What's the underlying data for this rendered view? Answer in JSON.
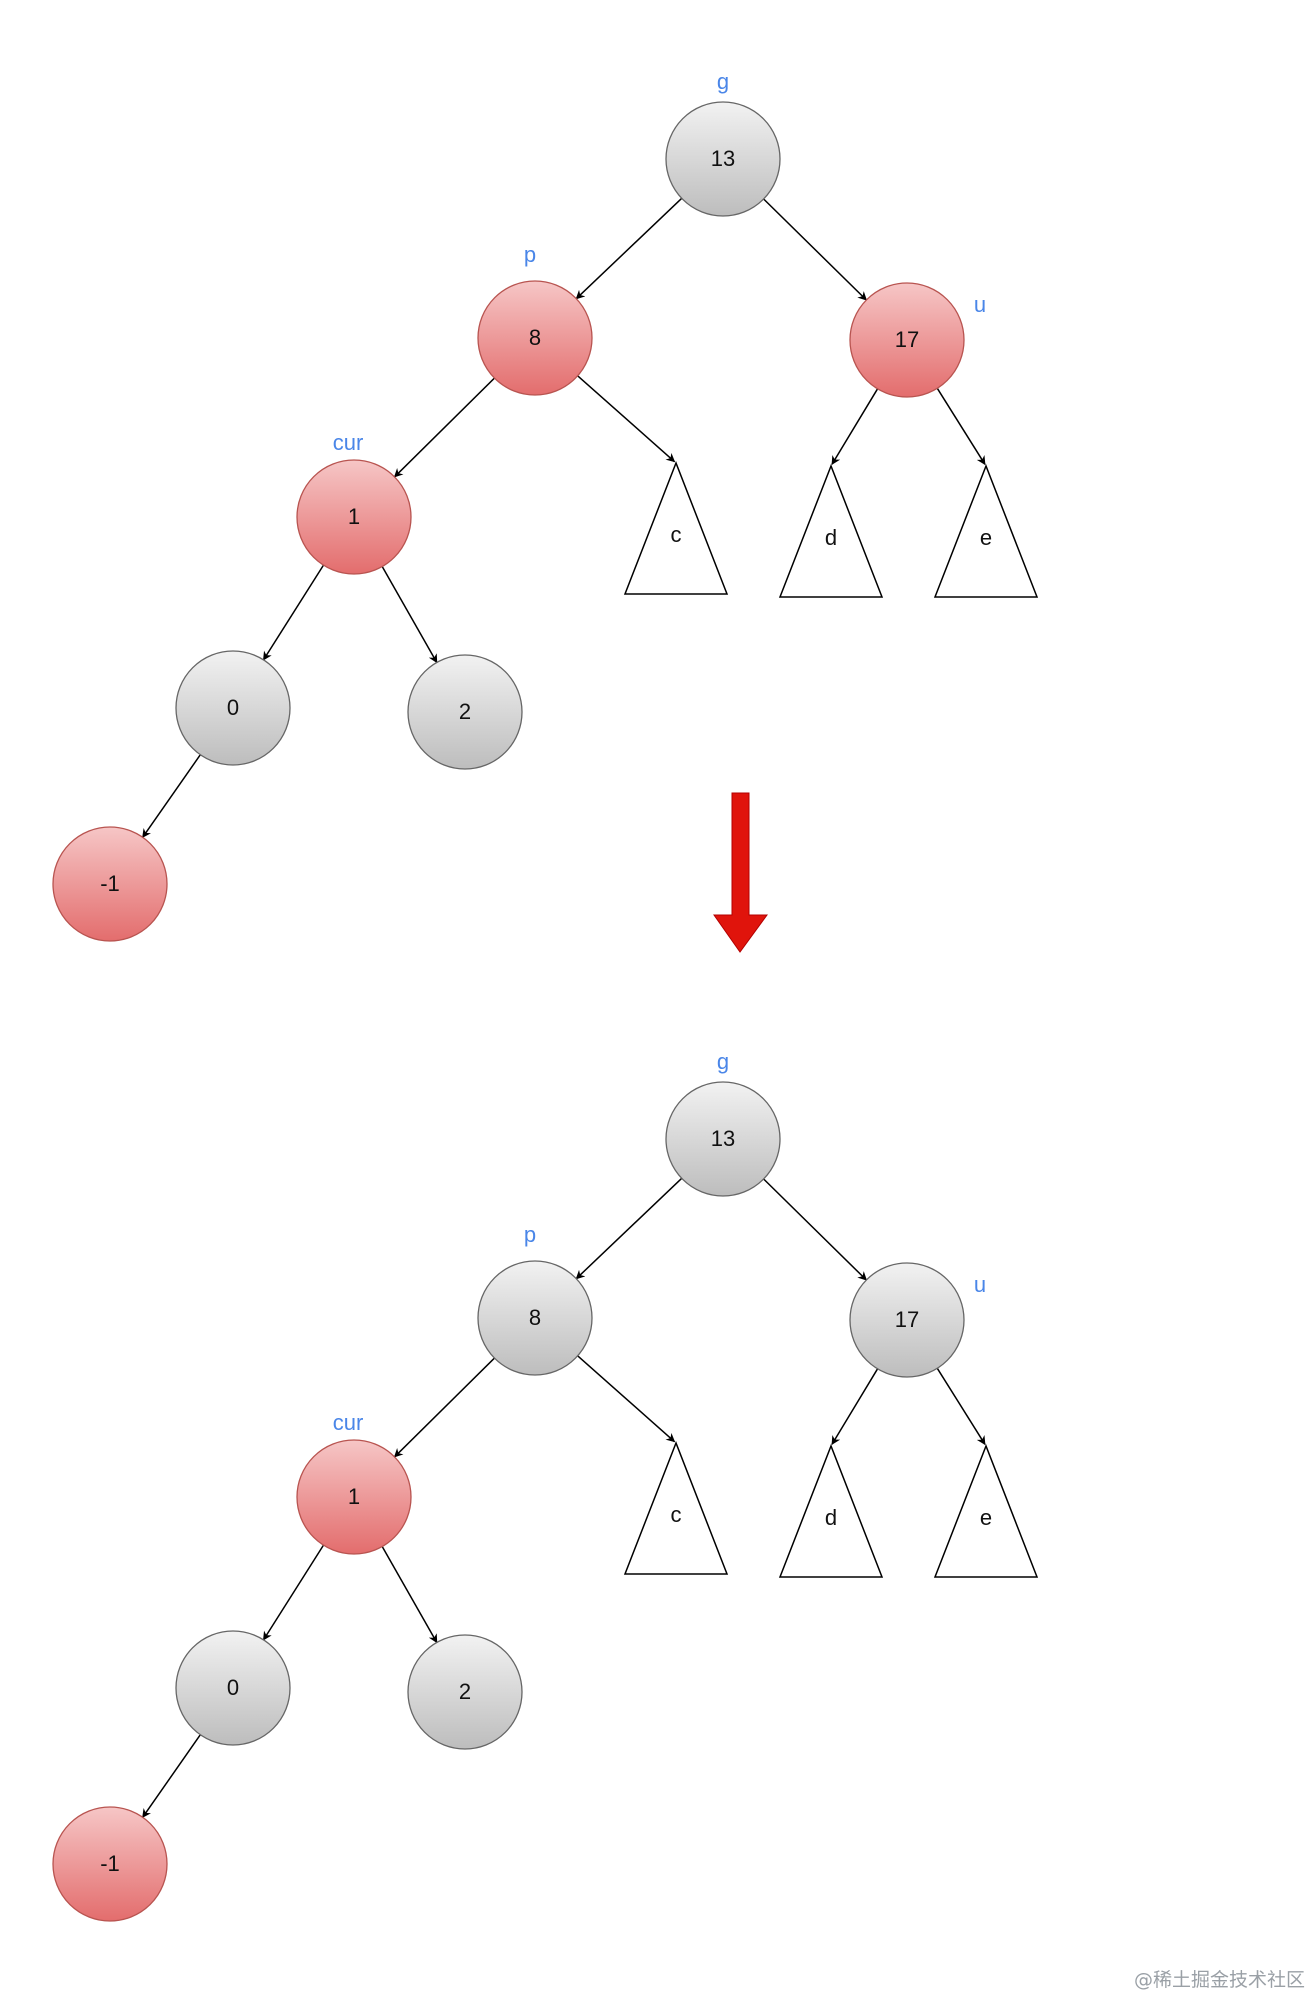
{
  "colors": {
    "red_node_top": "#f6c6c6",
    "red_node_bottom": "#e36d6d",
    "black_node_top": "#f2f2f2",
    "black_node_bottom": "#bdbdbd",
    "role_label": "#4a86e8",
    "transition_arrow": "#e0140c"
  },
  "trees": [
    {
      "name": "before",
      "nodes": [
        {
          "id": "n13",
          "label": "13",
          "color": "black",
          "role": "g"
        },
        {
          "id": "n8",
          "label": "8",
          "color": "red",
          "role": "p"
        },
        {
          "id": "n17",
          "label": "17",
          "color": "red",
          "role": "u"
        },
        {
          "id": "n1",
          "label": "1",
          "color": "red",
          "role": "cur"
        },
        {
          "id": "n0",
          "label": "0",
          "color": "black",
          "role": ""
        },
        {
          "id": "n2",
          "label": "2",
          "color": "black",
          "role": ""
        },
        {
          "id": "nm1",
          "label": "-1",
          "color": "red",
          "role": ""
        }
      ],
      "subtrees": [
        {
          "id": "tc",
          "label": "c"
        },
        {
          "id": "td",
          "label": "d"
        },
        {
          "id": "te",
          "label": "e"
        }
      ]
    },
    {
      "name": "after",
      "nodes": [
        {
          "id": "n13",
          "label": "13",
          "color": "black",
          "role": "g"
        },
        {
          "id": "n8",
          "label": "8",
          "color": "black",
          "role": "p"
        },
        {
          "id": "n17",
          "label": "17",
          "color": "black",
          "role": "u"
        },
        {
          "id": "n1",
          "label": "1",
          "color": "red",
          "role": "cur"
        },
        {
          "id": "n0",
          "label": "0",
          "color": "black",
          "role": ""
        },
        {
          "id": "n2",
          "label": "2",
          "color": "black",
          "role": ""
        },
        {
          "id": "nm1",
          "label": "-1",
          "color": "red",
          "role": ""
        }
      ],
      "subtrees": [
        {
          "id": "tc",
          "label": "c"
        },
        {
          "id": "td",
          "label": "d"
        },
        {
          "id": "te",
          "label": "e"
        }
      ]
    }
  ],
  "watermark": "@稀土掘金技术社区"
}
